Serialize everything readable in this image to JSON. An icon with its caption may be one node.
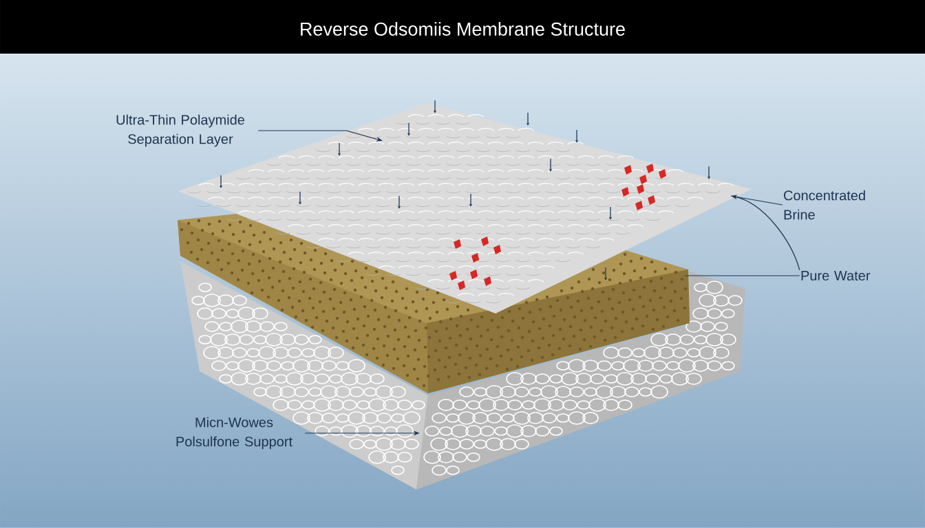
{
  "diagram": {
    "title": "Reverse Odsomiis Membrane Structure",
    "nodes": [
      {
        "text": [
          "Ultra-Thin Polaymide Separation Layer"
        ]
      },
      {
        "text": [],
        "shape": "picture"
      },
      {
        "text": [
          "Concentrated Brine"
        ]
      },
      {
        "text": [
          "Pure Water"
        ]
      },
      {
        "text": [],
        "shape": "picture"
      },
      {
        "text": [
          "Micn-Wowes Polsulfone Support"
        ]
      },
      {
        "text": [],
        "shape": "picture"
      }
    ],
    "edges": [
      {
        "from": 0,
        "to": 1,
        "arrow": "to"
      },
      {
        "from": 2,
        "to": 1,
        "arrow": "none"
      },
      {
        "from": 3,
        "to": 1,
        "arrow": "to"
      },
      {
        "from": 3,
        "to": 4,
        "arrow": "none"
      },
      {
        "from": 5,
        "to": 6,
        "arrow": "to"
      }
    ]
  }
}
